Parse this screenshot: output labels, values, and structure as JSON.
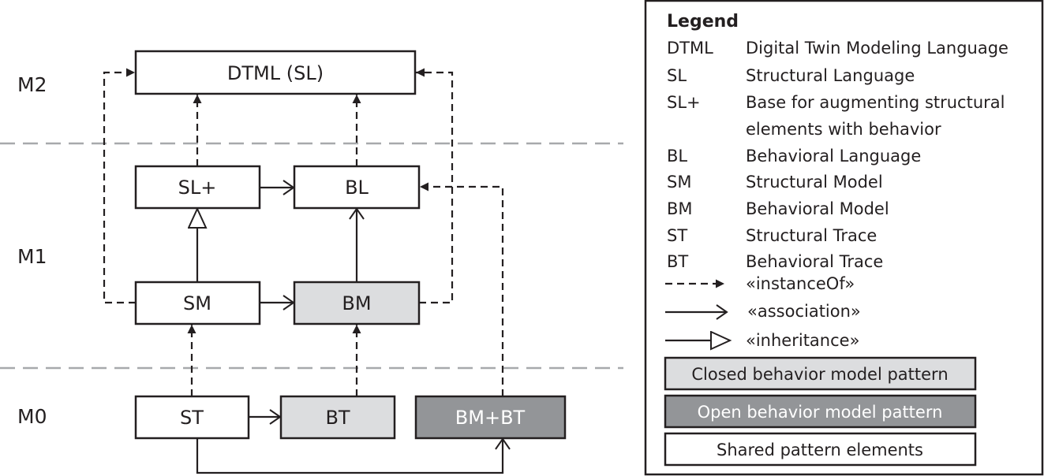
{
  "levels": [
    {
      "id": "M2",
      "label": "M2"
    },
    {
      "id": "M1",
      "label": "M1"
    },
    {
      "id": "M0",
      "label": "M0"
    }
  ],
  "nodes": {
    "dtml": {
      "label": "DTML (SL)",
      "pattern": "shared"
    },
    "slplus": {
      "label": "SL+",
      "pattern": "shared"
    },
    "bl": {
      "label": "BL",
      "pattern": "shared"
    },
    "sm": {
      "label": "SM",
      "pattern": "shared"
    },
    "bm": {
      "label": "BM",
      "pattern": "closed"
    },
    "st": {
      "label": "ST",
      "pattern": "shared"
    },
    "bt": {
      "label": "BT",
      "pattern": "closed"
    },
    "bmbt": {
      "label": "BM+BT",
      "pattern": "open"
    }
  },
  "edges": [
    {
      "from": "slplus",
      "to": "dtml",
      "type": "instanceOf"
    },
    {
      "from": "bl",
      "to": "dtml",
      "type": "instanceOf"
    },
    {
      "from": "sm",
      "to": "dtml",
      "type": "instanceOf"
    },
    {
      "from": "bm",
      "to": "dtml",
      "type": "instanceOf"
    },
    {
      "from": "slplus",
      "to": "bl",
      "type": "association"
    },
    {
      "from": "sm",
      "to": "slplus",
      "type": "inheritance"
    },
    {
      "from": "bm",
      "to": "bl",
      "type": "association"
    },
    {
      "from": "sm",
      "to": "bm",
      "type": "association"
    },
    {
      "from": "st",
      "to": "sm",
      "type": "instanceOf"
    },
    {
      "from": "bt",
      "to": "bm",
      "type": "instanceOf"
    },
    {
      "from": "bmbt",
      "to": "bl",
      "type": "instanceOf"
    },
    {
      "from": "st",
      "to": "bt",
      "type": "association"
    },
    {
      "from": "st",
      "to": "bmbt",
      "type": "association"
    }
  ],
  "legend": {
    "title": "Legend",
    "abbreviations": [
      {
        "abbr": "DTML",
        "desc": "Digital Twin Modeling Language"
      },
      {
        "abbr": "SL",
        "desc": "Structural Language"
      },
      {
        "abbr": "SL+",
        "desc": "Base for augmenting structural",
        "desc2": "elements with behavior"
      },
      {
        "abbr": "BL",
        "desc": "Behavioral Language"
      },
      {
        "abbr": "SM",
        "desc": "Structural Model"
      },
      {
        "abbr": "BM",
        "desc": "Behavioral Model"
      },
      {
        "abbr": "ST",
        "desc": "Structural Trace"
      },
      {
        "abbr": "BT",
        "desc": "Behavioral Trace"
      }
    ],
    "relations": [
      {
        "type": "instanceOf",
        "label": "«instanceOf»"
      },
      {
        "type": "association",
        "label": "«association»"
      },
      {
        "type": "inheritance",
        "label": "«inheritance»"
      }
    ],
    "patterns": [
      {
        "id": "closed",
        "label": "Closed behavior model pattern"
      },
      {
        "id": "open",
        "label": "Open behavior model pattern"
      },
      {
        "id": "shared",
        "label": "Shared pattern elements"
      }
    ]
  },
  "colors": {
    "closed_fill": "#dcdddf",
    "open_fill": "#939598",
    "shared_fill": "#ffffff",
    "stroke": "#231f20",
    "separator": "#a7a9ac",
    "open_text": "#ffffff"
  }
}
